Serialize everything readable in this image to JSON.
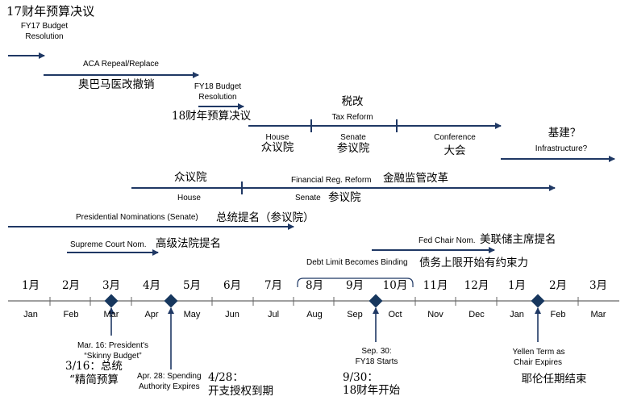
{
  "top": {
    "fy17_zh": "17财年预算决议",
    "fy17_en_1": "FY17 Budget",
    "fy17_en_2": "Resolution",
    "aca_en": "ACA Repeal/Replace",
    "aca_zh": "奥巴马医改撤销",
    "fy18_en_1": "FY18 Budget",
    "fy18_en_2": "Resolution",
    "fy18_zh": "18财年预算决议"
  },
  "tax": {
    "zh": "税改",
    "en": "Tax Reform",
    "house_en": "House",
    "house_zh": "众议院",
    "senate_en": "Senate",
    "senate_zh": "参议院",
    "conf_en": "Conference",
    "conf_zh": "大会"
  },
  "infra": {
    "zh": "基建？",
    "en": "Infrastructure?"
  },
  "finreg": {
    "house_zh": "众议院",
    "house_en": "House",
    "title_en": "Financial Reg. Reform",
    "title_zh": "金融监管改革",
    "senate_en": "Senate",
    "senate_zh": "参议院"
  },
  "nominations": {
    "pres_en": "Presidential Nominations (Senate)",
    "pres_zh": "总统提名（参议院）",
    "scotus_en": "Supreme Court Nom.",
    "scotus_zh": "高级法院提名",
    "fed_en": "Fed Chair Nom.",
    "fed_zh": "美联储主席提名"
  },
  "debt": {
    "en": "Debt Limit Becomes Binding",
    "zh": "债务上限开始有约束力"
  },
  "months_zh": [
    "1月",
    "2月",
    "3月",
    "4月",
    "5月",
    "6月",
    "7月",
    "8月",
    "9月",
    "10月",
    "11月",
    "12月",
    "1月",
    "2月",
    "3月"
  ],
  "months_en": [
    "Jan",
    "Feb",
    "Mar",
    "Apr",
    "May",
    "Jun",
    "Jul",
    "Aug",
    "Sep",
    "Oct",
    "Nov",
    "Dec",
    "Jan",
    "Feb",
    "Mar"
  ],
  "events": {
    "mar16_en_1": "Mar. 16: President's",
    "mar16_en_2": "“Skinny Budget”",
    "mar16_zh_1": "3/16：总统",
    "mar16_zh_2": "“精简预算",
    "apr28_en_1": "Apr. 28: Spending",
    "apr28_en_2": "Authority Expires",
    "apr28_zh_1": "4/28：",
    "apr28_zh_2": "开支授权到期",
    "sep30_en_1": "Sep. 30:",
    "sep30_en_2": "FY18 Starts",
    "sep30_zh_1": "9/30：",
    "sep30_zh_2": "18财年开始",
    "yellen_en_1": "Yellen Term as",
    "yellen_en_2": "Chair Expires",
    "yellen_zh": "耶伦任期结束"
  },
  "colors": {
    "line": "#1f3864",
    "diamond": "#17375e"
  }
}
